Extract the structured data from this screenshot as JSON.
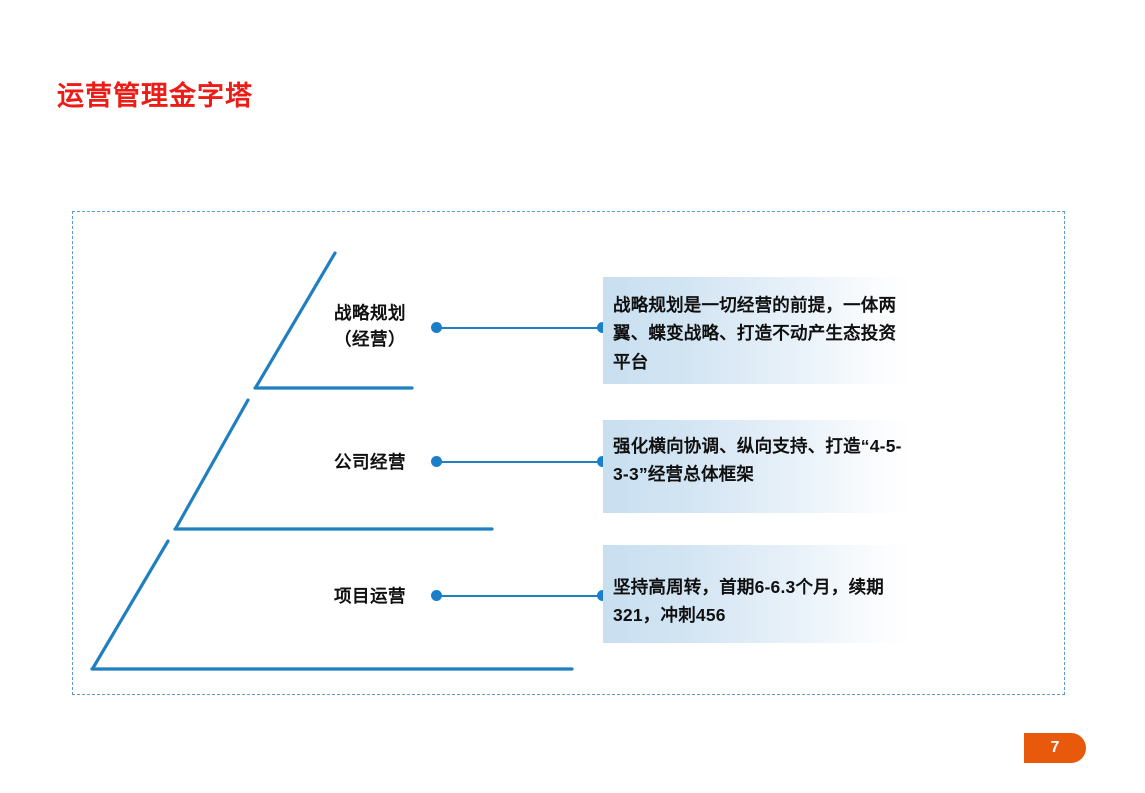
{
  "slide": {
    "title": "运营管理金字塔",
    "title_color": "#ED1C16",
    "page_number": "7",
    "accent_color": "#1F7FC0",
    "badge_color": "#E8590C",
    "frame_border_color": "#5B9BD5"
  },
  "pyramid": {
    "tiers": [
      {
        "label_line1": "战略规划",
        "label_line2": "（经营）",
        "description": "战略规划是一切经营的前提，一体两翼、蝶变战略、打造不动产生态投资平台"
      },
      {
        "label_line1": "公司经营",
        "label_line2": "",
        "description": "强化横向协调、纵向支持、打造“4-5-3-3”经营总体框架"
      },
      {
        "label_line1": "项目运营",
        "label_line2": "",
        "description": "坚持高周转，首期6-6.3个月，续期321，冲刺456"
      }
    ]
  }
}
